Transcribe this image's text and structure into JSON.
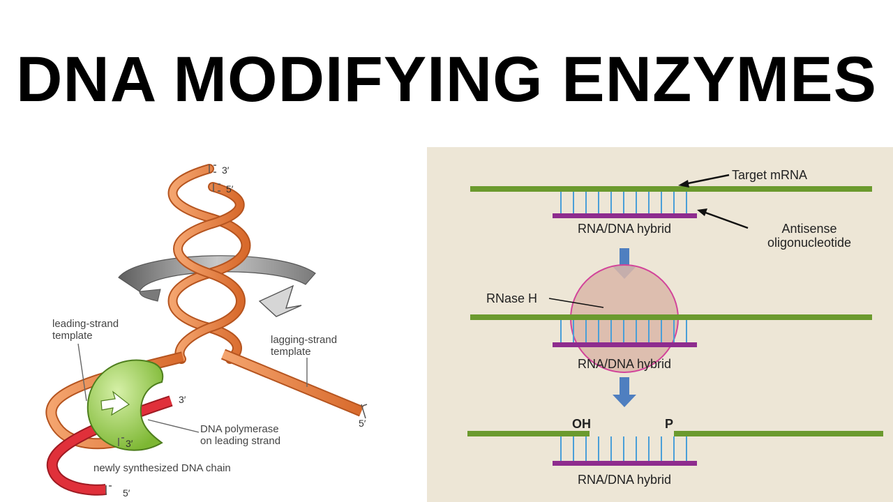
{
  "slide": {
    "title": "DNA MODIFYING ENZYMES"
  },
  "left_diagram": {
    "labels": {
      "top_three_prime": "3′",
      "top_five_prime": "5′",
      "leading_template_line1": "leading-strand",
      "leading_template_line2": "template",
      "lagging_template_line1": "lagging-strand",
      "lagging_template_line2": "template",
      "new_chain_three_prime": "3′",
      "lagging_five_prime": "5′",
      "polymerase_line1": "DNA polymerase",
      "polymerase_line2": "on leading strand",
      "leading_three_prime": "3′",
      "new_chain": "newly synthesized DNA chain",
      "bottom_five_prime": "5′"
    },
    "colors": {
      "dna_strand": "#E8834A",
      "dna_strand_edge": "#B5541F",
      "new_strand": "#E0303A",
      "polymerase": "#8DC63F",
      "rotation_arrow": "#8C8C8C"
    }
  },
  "right_diagram": {
    "labels": {
      "target_mrna": "Target mRNA",
      "hybrid_1": "RNA/DNA hybrid",
      "antisense_line1": "Antisense",
      "antisense_line2": "oligonucleotide",
      "rnase_h": "RNase H",
      "hybrid_2": "RNA/DNA hybrid",
      "oh": "OH",
      "p": "P",
      "hybrid_3": "RNA/DNA hybrid"
    },
    "colors": {
      "background": "#EDE6D6",
      "mrna": "#6B9A2E",
      "oligo": "#8E2C8E",
      "base_pair": "#4A9FD8",
      "arrow": "#4F7FC0",
      "rnase_fill": "#D9B6A8",
      "rnase_edge": "#D2449A"
    }
  }
}
